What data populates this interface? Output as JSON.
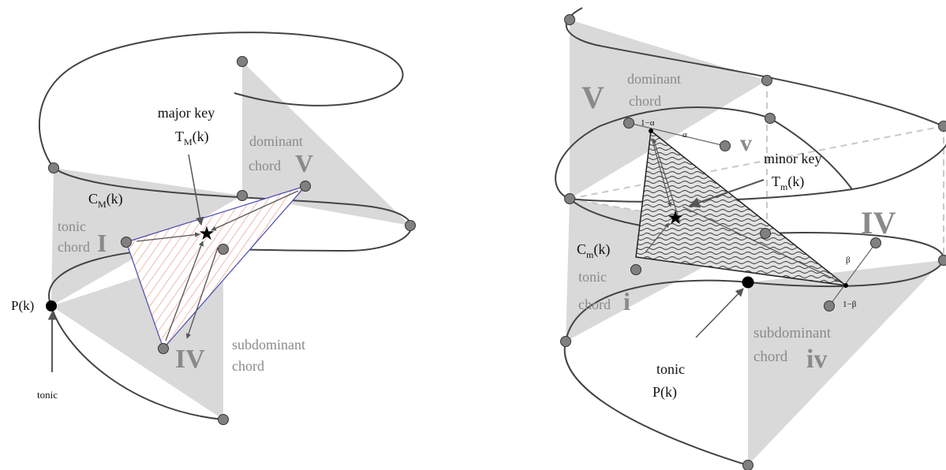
{
  "major_panel": {
    "major_key": "major key",
    "major_key_sym": "T",
    "major_key_sub": "M",
    "major_key_arg": "(k)",
    "dominant_chord_1": "dominant",
    "dominant_chord_2": "chord",
    "dominant_roman": "V",
    "ck_sym": "C",
    "ck_sub": "M",
    "ck_arg": "(k)",
    "tonic_chord_1": "tonic",
    "tonic_chord_2": "chord",
    "tonic_roman": "I",
    "pk_label": "P(k)",
    "tonic_label": "tonic",
    "subdominant_1": "subdominant",
    "subdominant_2": "chord",
    "subdominant_roman": "IV"
  },
  "minor_panel": {
    "dominant_roman": "V",
    "dominant_1": "dominant",
    "dominant_2": "chord",
    "one_minus_alpha": "1−α",
    "alpha": "α",
    "minor_v": "v",
    "minor_key": "minor key",
    "minor_key_sym": "T",
    "minor_key_sub": "m",
    "minor_key_arg": "(k)",
    "major_iv": "IV",
    "beta": "β",
    "one_minus_beta": "1−β",
    "ck_sym": "C",
    "ck_sub": "m",
    "ck_arg": "(k)",
    "tonic_1": "tonic",
    "chord_i_word": "chord",
    "chord_i_roman": "i",
    "subdominant_1": "subdominant",
    "subdominant_2": "chord",
    "subdominant_roman": "iv",
    "tonic_label": "tonic",
    "pk_label": "P(k)"
  }
}
